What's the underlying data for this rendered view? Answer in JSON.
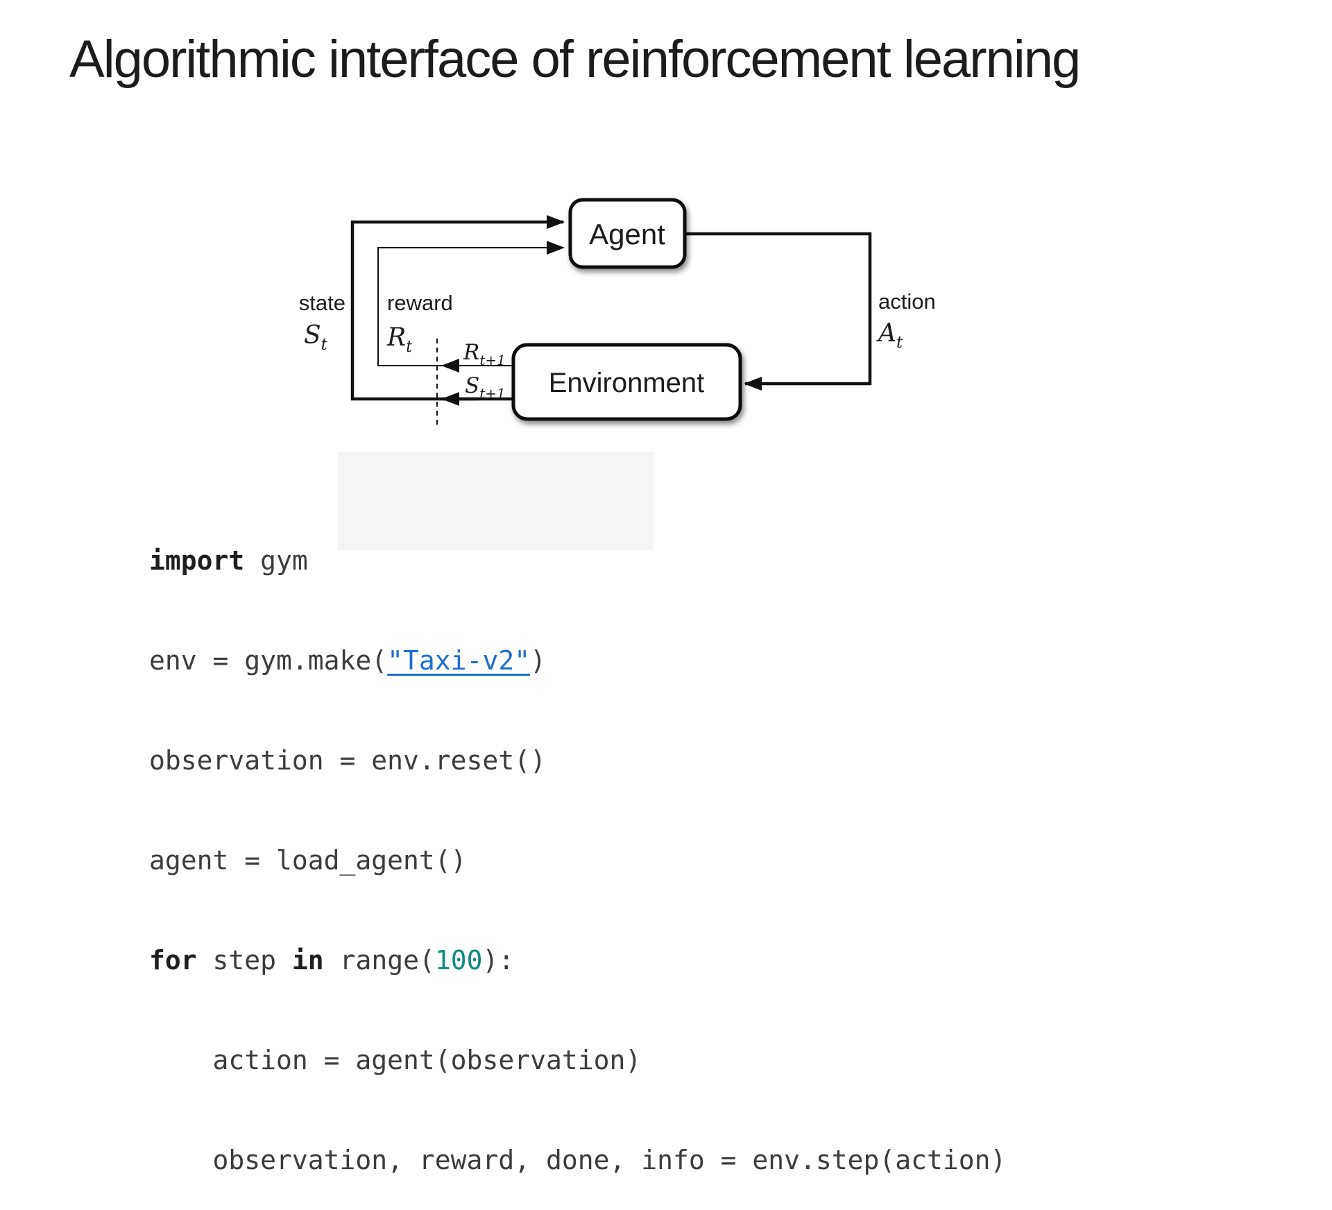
{
  "slide": {
    "title": "Algorithmic interface of reinforcement learning"
  },
  "diagram": {
    "agent_label": "Agent",
    "environment_label": "Environment",
    "state": {
      "word": "state",
      "sym": "S",
      "sub": "t"
    },
    "reward": {
      "word": "reward",
      "sym": "R",
      "sub": "t"
    },
    "action": {
      "word": "action",
      "sym": "A",
      "sub": "t"
    },
    "next_reward": {
      "sym": "R",
      "sub": "t+1"
    },
    "next_state": {
      "sym": "S",
      "sub": "t+1"
    }
  },
  "code": {
    "lines": [
      {
        "tokens": [
          {
            "t": "import",
            "s": "kw"
          },
          {
            "t": " gym",
            "s": "p"
          }
        ]
      },
      {
        "tokens": [
          {
            "t": "env = gym.make(",
            "s": "p"
          },
          {
            "t": "\"Taxi-v2\"",
            "s": "link"
          },
          {
            "t": ")",
            "s": "p"
          }
        ]
      },
      {
        "tokens": [
          {
            "t": "observation = env.reset()",
            "s": "p"
          }
        ]
      },
      {
        "tokens": [
          {
            "t": "agent = load_agent()",
            "s": "p"
          }
        ]
      },
      {
        "tokens": [
          {
            "t": "for",
            "s": "kw"
          },
          {
            "t": " step ",
            "s": "p"
          },
          {
            "t": "in",
            "s": "kw"
          },
          {
            "t": " range(",
            "s": "p"
          },
          {
            "t": "100",
            "s": "num"
          },
          {
            "t": "):",
            "s": "p"
          }
        ]
      },
      {
        "tokens": [
          {
            "t": "    action = agent(observation)",
            "s": "p"
          }
        ]
      },
      {
        "tokens": [
          {
            "t": "    observation, reward, done, info = env.step(action)",
            "s": "p"
          }
        ]
      }
    ]
  },
  "colors": {
    "link_blue": "#1c6fce",
    "number_teal": "#0f8b82",
    "keyword_ink": "#1f1f1f",
    "code_text": "#3c3c3c",
    "diagram_ink": "#111111",
    "code_patch_bg": "#f5f5f6"
  }
}
